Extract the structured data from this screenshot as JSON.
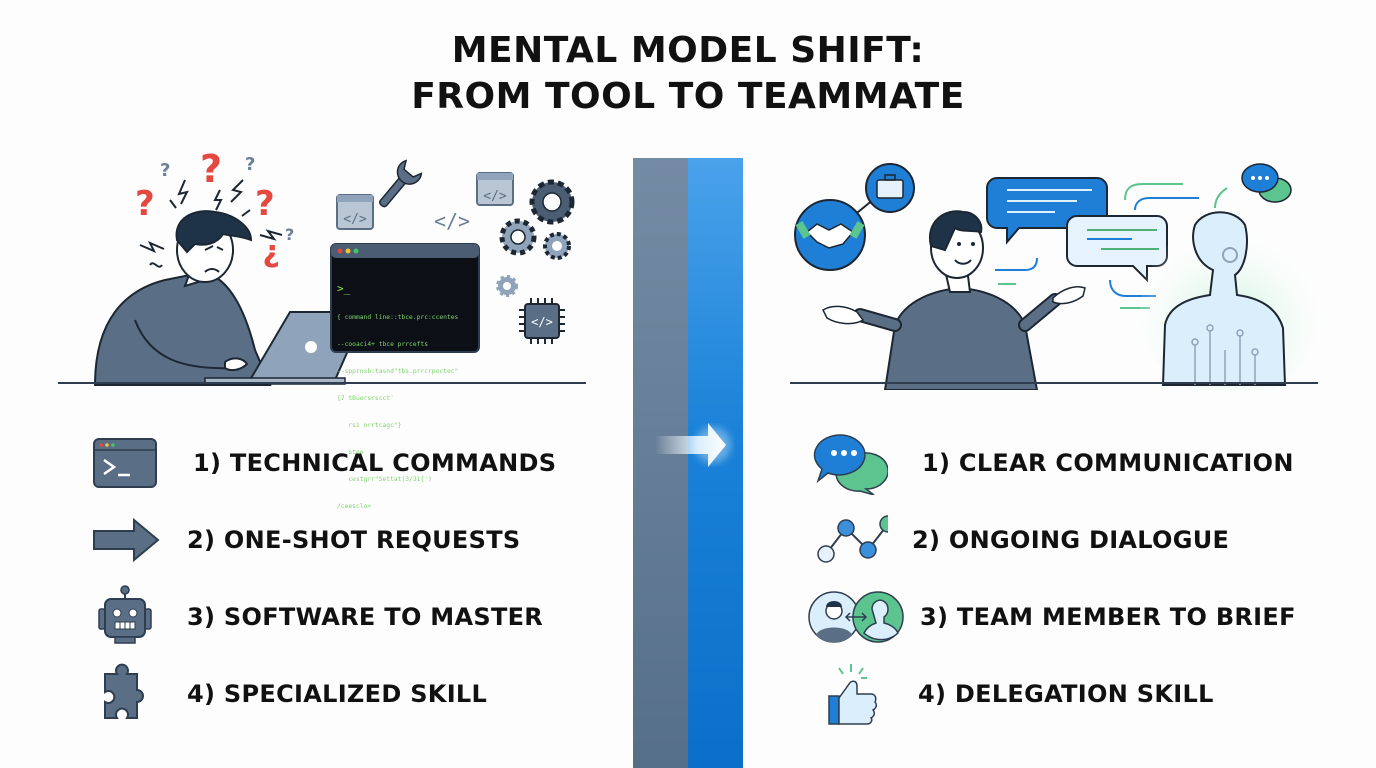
{
  "title": {
    "line1": "MENTAL MODEL SHIFT:",
    "line2": "FROM TOOL TO TEAMMATE"
  },
  "colors": {
    "slate": "#5a6e85",
    "slate_dark": "#2e3e50",
    "blue": "#1f7fd6",
    "green": "#5cc48e",
    "red": "#e5483f"
  },
  "left_panel": {
    "scene": {
      "description": "frustrated person at laptop surrounded by question marks, code windows, wrench, gears, chip",
      "terminal_prompt": ">_",
      "terminal_lines": [
        "{ command line::tbce.prc:ccentes",
        "--cooaci4+ tbce prrcefts",
        "--spprnsb:tasnd\"tbs.prrcrpoctec\"",
        "{7 tBuersrscct'",
        "   rsi orrtcagc\"}",
        "   stee",
        "   cestgrr\"Settat(3/31{')",
        "/ceesclo>"
      ],
      "code_icon_glyph": "</>"
    },
    "items": [
      {
        "icon": "terminal-icon",
        "label": "1) TECHNICAL COMMANDS"
      },
      {
        "icon": "arrow-right-icon",
        "label": "2) ONE-SHOT REQUESTS"
      },
      {
        "icon": "robot-icon",
        "label": "3) SOFTWARE TO MASTER"
      },
      {
        "icon": "puzzle-piece-icon",
        "label": "4) SPECIALIZED SKILL"
      }
    ]
  },
  "right_panel": {
    "scene": {
      "description": "person talking with AI teammate via chat bubbles, handshake and briefcase icons"
    },
    "items": [
      {
        "icon": "chat-bubbles-icon",
        "label": "1) CLEAR COMMUNICATION"
      },
      {
        "icon": "connected-nodes-icon",
        "label": "2) ONGOING DIALOGUE"
      },
      {
        "icon": "human-ai-exchange-icon",
        "label": "3) TEAM MEMBER TO BRIEF"
      },
      {
        "icon": "thumbs-up-icon",
        "label": "4) DELEGATION SKILL"
      }
    ]
  }
}
